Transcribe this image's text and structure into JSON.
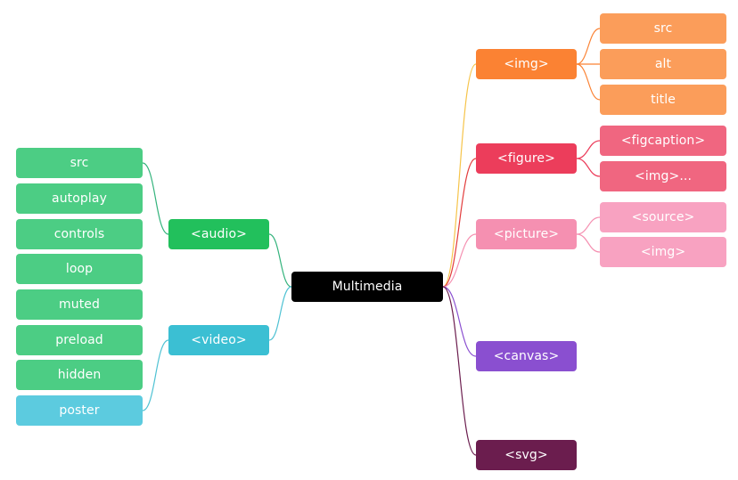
{
  "root": {
    "label": "Multimedia",
    "color": "#000000"
  },
  "branches": {
    "img": {
      "label": "<img>",
      "color": "#fb8233",
      "child_color": "#fb9d5a",
      "children": [
        "src",
        "alt",
        "title"
      ]
    },
    "figure": {
      "label": "<figure>",
      "color": "#ec3d5b",
      "child_color": "#f06680",
      "children": [
        "<figcaption>",
        "<img>..."
      ]
    },
    "picture": {
      "label": "<picture>",
      "color": "#f590b1",
      "child_color": "#f8a2c1",
      "children": [
        "<source>",
        "<img>"
      ]
    },
    "canvas": {
      "label": "<canvas>",
      "color": "#8a4fd0"
    },
    "svg": {
      "label": "<svg>",
      "color": "#6b1d4e"
    },
    "audio": {
      "label": "<audio>",
      "color": "#22c05c",
      "child_color": "#4ccd84",
      "children": [
        "src",
        "autoplay",
        "controls",
        "loop",
        "muted",
        "preload",
        "hidden"
      ]
    },
    "video": {
      "label": "<video>",
      "color": "#3bbfd3",
      "child_color": "#5ccbdf",
      "children": [
        "poster"
      ]
    }
  },
  "link_colors": {
    "img": "#f6c44a",
    "figure": "#e23c3c",
    "picture": "#f590b1",
    "canvas": "#8a4fd0",
    "svg": "#6b1d4e",
    "audio": "#33b37c",
    "video": "#4fc2d3",
    "img_children": "#fb8233",
    "figure_children": "#ec3d5b",
    "picture_children": "#f590b1",
    "audio_children": "#33b37c",
    "video_children": "#4fc2d3"
  }
}
